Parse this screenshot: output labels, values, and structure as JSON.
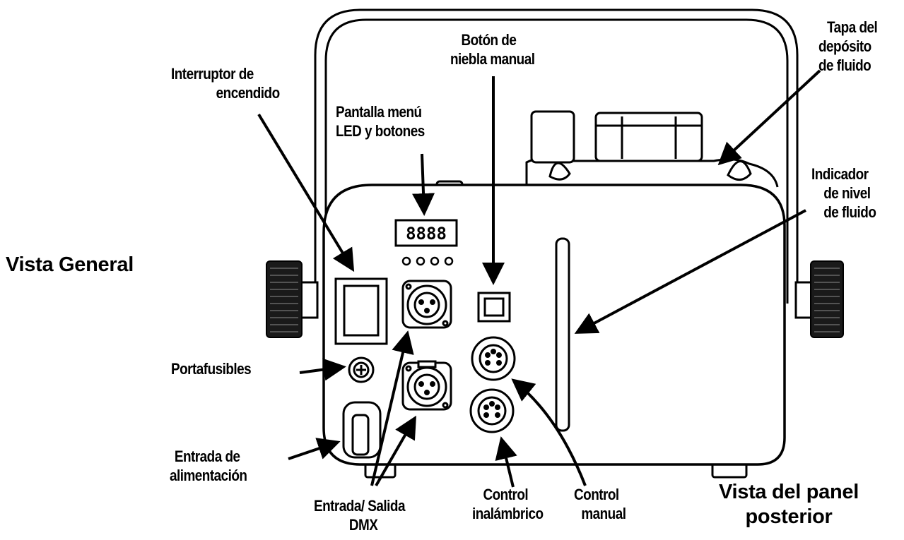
{
  "labels": {
    "vista_general": "Vista General",
    "vista_panel_line1": "Vista del panel",
    "vista_panel_line2": "posterior",
    "interruptor_line1": "Interruptor de",
    "interruptor_line2": "encendido",
    "pantalla_line1": "Pantalla menú",
    "pantalla_line2": "LED y botones",
    "boton_line1": "Botón de",
    "boton_line2": "niebla manual",
    "tapa_line1": "Tapa del",
    "tapa_line2": "depósito",
    "tapa_line3": "de fluido",
    "indicador_line1": "Indicador",
    "indicador_line2": "de nivel",
    "indicador_line3": "de fluido",
    "portafusibles": "Portafusibles",
    "entrada_line1": "Entrada de",
    "entrada_line2": "alimentación",
    "dmx_line1": "Entrada/ Salida",
    "dmx_line2": "DMX",
    "inalambrico_line1": "Control",
    "inalambrico_line2": "inalámbrico",
    "manual_line1": "Control",
    "manual_line2": "manual"
  },
  "display": {
    "digits": "8888"
  },
  "colors": {
    "line": "#000000",
    "background": "#ffffff"
  }
}
